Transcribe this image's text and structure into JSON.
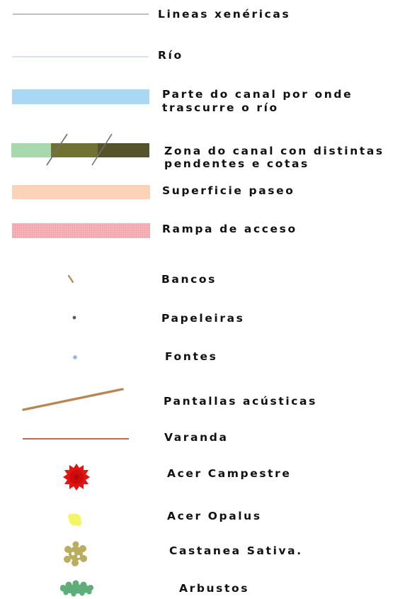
{
  "legend": {
    "items": [
      {
        "key": "lineas_xenericas",
        "label": "Lineas xenéricas",
        "color": "#9a9a9a"
      },
      {
        "key": "rio",
        "label": "Río",
        "color": "#a9c6e8"
      },
      {
        "key": "parte_canal",
        "label_line1": "Parte do canal por onde",
        "label_line2": "trascurre o río",
        "color": "#a8d8f4"
      },
      {
        "key": "zona_canal",
        "label_line1": "Zona do canal con distintas",
        "label_line2": "pendentes e cotas",
        "colors": [
          "#a8d8ad",
          "#707232",
          "#545329"
        ]
      },
      {
        "key": "superficie_paseo",
        "label": "Superficie paseo",
        "color": "#fcd3b7"
      },
      {
        "key": "rampa_acceso",
        "label": "Rampa de acceso",
        "color": "#f4a7ad"
      },
      {
        "key": "bancos",
        "label": "Bancos",
        "color": "#b98551"
      },
      {
        "key": "papeleiras",
        "label": "Papeleiras",
        "color": "#5c5c5c"
      },
      {
        "key": "fontes",
        "label": "Fontes",
        "color": "#8eb8e0"
      },
      {
        "key": "pantallas_acusticas",
        "label": "Pantallas acústicas",
        "color": "#b98551"
      },
      {
        "key": "varanda",
        "label": "Varanda",
        "color": "#bb6d52"
      },
      {
        "key": "acer_campestre",
        "label": "Acer Campestre",
        "color": "#e11414"
      },
      {
        "key": "acer_opalus",
        "label": "Acer Opalus",
        "color": "#f5f562"
      },
      {
        "key": "castanea_sativa",
        "label": "Castanea Sativa.",
        "color": "#b9ae5f"
      },
      {
        "key": "arbustos",
        "label": "Arbustos",
        "color": "#5fae7a"
      }
    ]
  }
}
